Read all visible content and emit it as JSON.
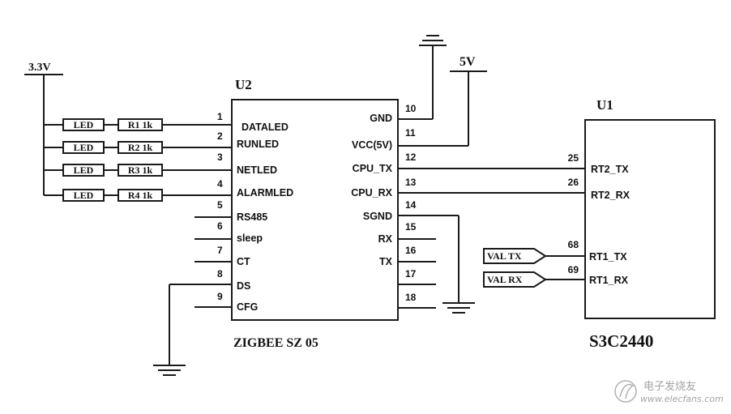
{
  "power": {
    "v33": "3.3V",
    "v5": "5V"
  },
  "u2": {
    "ref": "U2",
    "name": "ZIGBEE SZ 05",
    "left_pins": [
      {
        "num": "1",
        "label": "DATALED"
      },
      {
        "num": "2",
        "label": "RUNLED"
      },
      {
        "num": "3",
        "label": "NETLED"
      },
      {
        "num": "4",
        "label": "ALARMLED"
      },
      {
        "num": "5",
        "label": "RS485"
      },
      {
        "num": "6",
        "label": "sleep"
      },
      {
        "num": "7",
        "label": "CT"
      },
      {
        "num": "8",
        "label": "DS"
      },
      {
        "num": "9",
        "label": "CFG"
      }
    ],
    "right_pins": [
      {
        "num": "10",
        "label": "GND"
      },
      {
        "num": "11",
        "label": "VCC(5V)"
      },
      {
        "num": "12",
        "label": "CPU_TX"
      },
      {
        "num": "13",
        "label": "CPU_RX"
      },
      {
        "num": "14",
        "label": "SGND"
      },
      {
        "num": "15",
        "label": "RX"
      },
      {
        "num": "16",
        "label": "TX"
      },
      {
        "num": "17",
        "label": ""
      },
      {
        "num": "18",
        "label": ""
      }
    ]
  },
  "u1": {
    "ref": "U1",
    "name": "S3C2440",
    "pins": [
      {
        "num": "25",
        "label": "RT2_TX"
      },
      {
        "num": "26",
        "label": "RT2_RX"
      },
      {
        "num": "68",
        "label": "RT1_TX"
      },
      {
        "num": "69",
        "label": "RT1_RX"
      }
    ]
  },
  "leds": [
    {
      "led": "LED",
      "res": "R1 1k"
    },
    {
      "led": "LED",
      "res": "R2 1k"
    },
    {
      "led": "LED",
      "res": "R3 1k"
    },
    {
      "led": "LED",
      "res": "R4 1k"
    }
  ],
  "ports": {
    "val_tx": "VAL TX",
    "val_rx": "VAL RX"
  },
  "watermark": {
    "cn": "电子发烧友",
    "url": "www.elecfans.com"
  }
}
